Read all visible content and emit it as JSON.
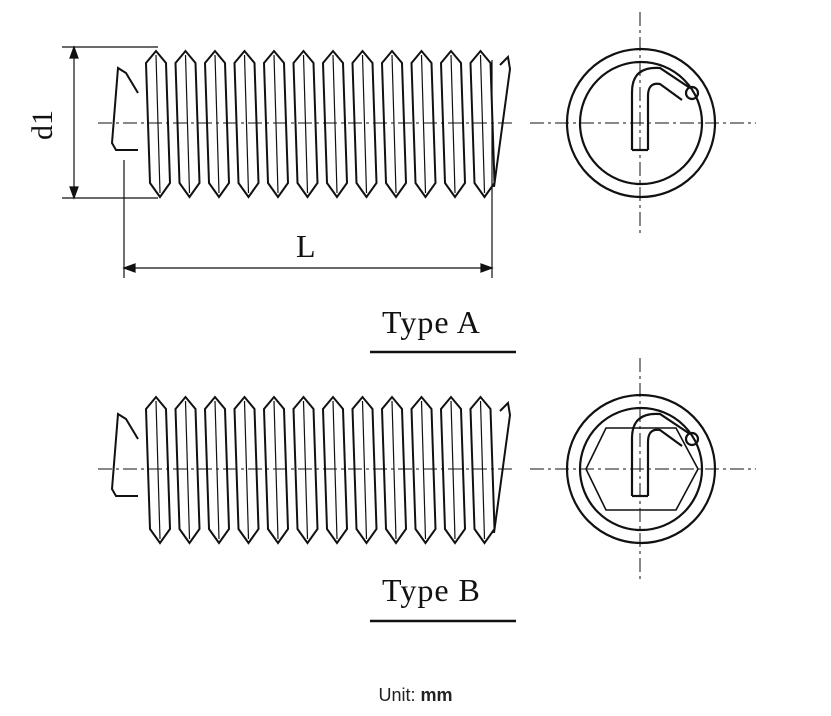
{
  "labels": {
    "d1": "d1",
    "L": "L",
    "type_a": "Type  A",
    "type_b": "Type  B"
  },
  "unit": {
    "prefix": "Unit:",
    "value": "mm"
  },
  "colors": {
    "line": "#111111",
    "background": "#ffffff"
  }
}
